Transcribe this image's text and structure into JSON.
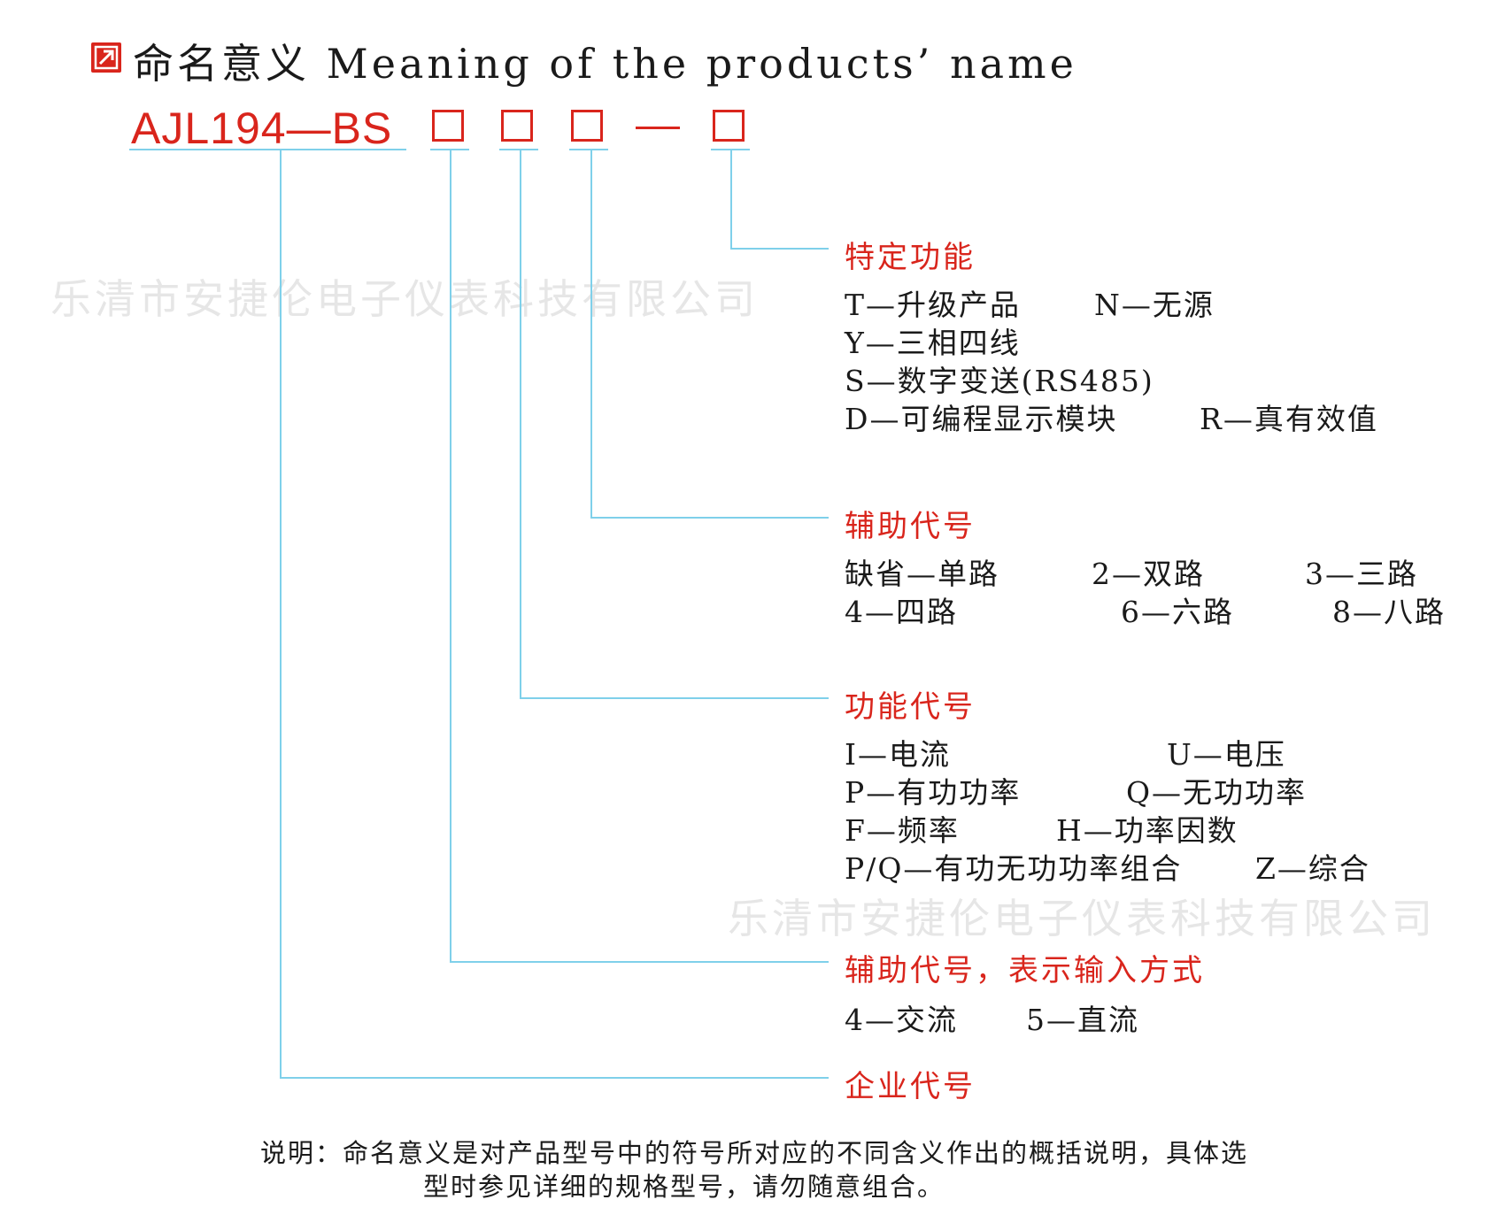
{
  "title": "命名意义 Meaning of the products’ name",
  "model": {
    "prefix": "AJL194—BS",
    "boxes": [
      "□",
      "□",
      "□",
      "□"
    ],
    "separator": "—"
  },
  "watermarks": [
    "乐清市安捷伦电子仪表科技有限公司",
    "乐清市安捷伦电子仪表科技有限公司"
  ],
  "sections": [
    {
      "title": "特定功能",
      "lines": [
        [
          "T—升级产品",
          "N—无源"
        ],
        [
          "Y—三相四线"
        ],
        [
          "S—数字变送(RS485)"
        ],
        [
          "D—可编程显示模块",
          "R—真有效值"
        ]
      ]
    },
    {
      "title": "辅助代号",
      "lines": [
        [
          "缺省—单路",
          "2—双路",
          "3—三路"
        ],
        [
          "4—四路",
          "6—六路",
          "8—八路"
        ]
      ]
    },
    {
      "title": "功能代号",
      "lines": [
        [
          "I—电流",
          "U—电压"
        ],
        [
          "P—有功功率",
          "Q—无功功率"
        ],
        [
          "F—频率",
          "H—功率因数"
        ],
        [
          "P/Q—有功无功功率组合",
          "Z—综合"
        ]
      ]
    },
    {
      "title": "辅助代号，表示输入方式",
      "lines": [
        [
          "4—交流",
          "5—直流"
        ]
      ]
    },
    {
      "title": "企业代号",
      "lines": []
    }
  ],
  "note": {
    "line1": "说明：命名意义是对产品型号中的符号所对应的不同含义作出的概括说明，具体选",
    "line2": "型时参见详细的规格型号，请勿随意组合。"
  },
  "colors": {
    "accent": "#d9251c",
    "connector": "#7fd0ea",
    "watermark": "#e6e6e6",
    "text": "#1a1a1a"
  }
}
